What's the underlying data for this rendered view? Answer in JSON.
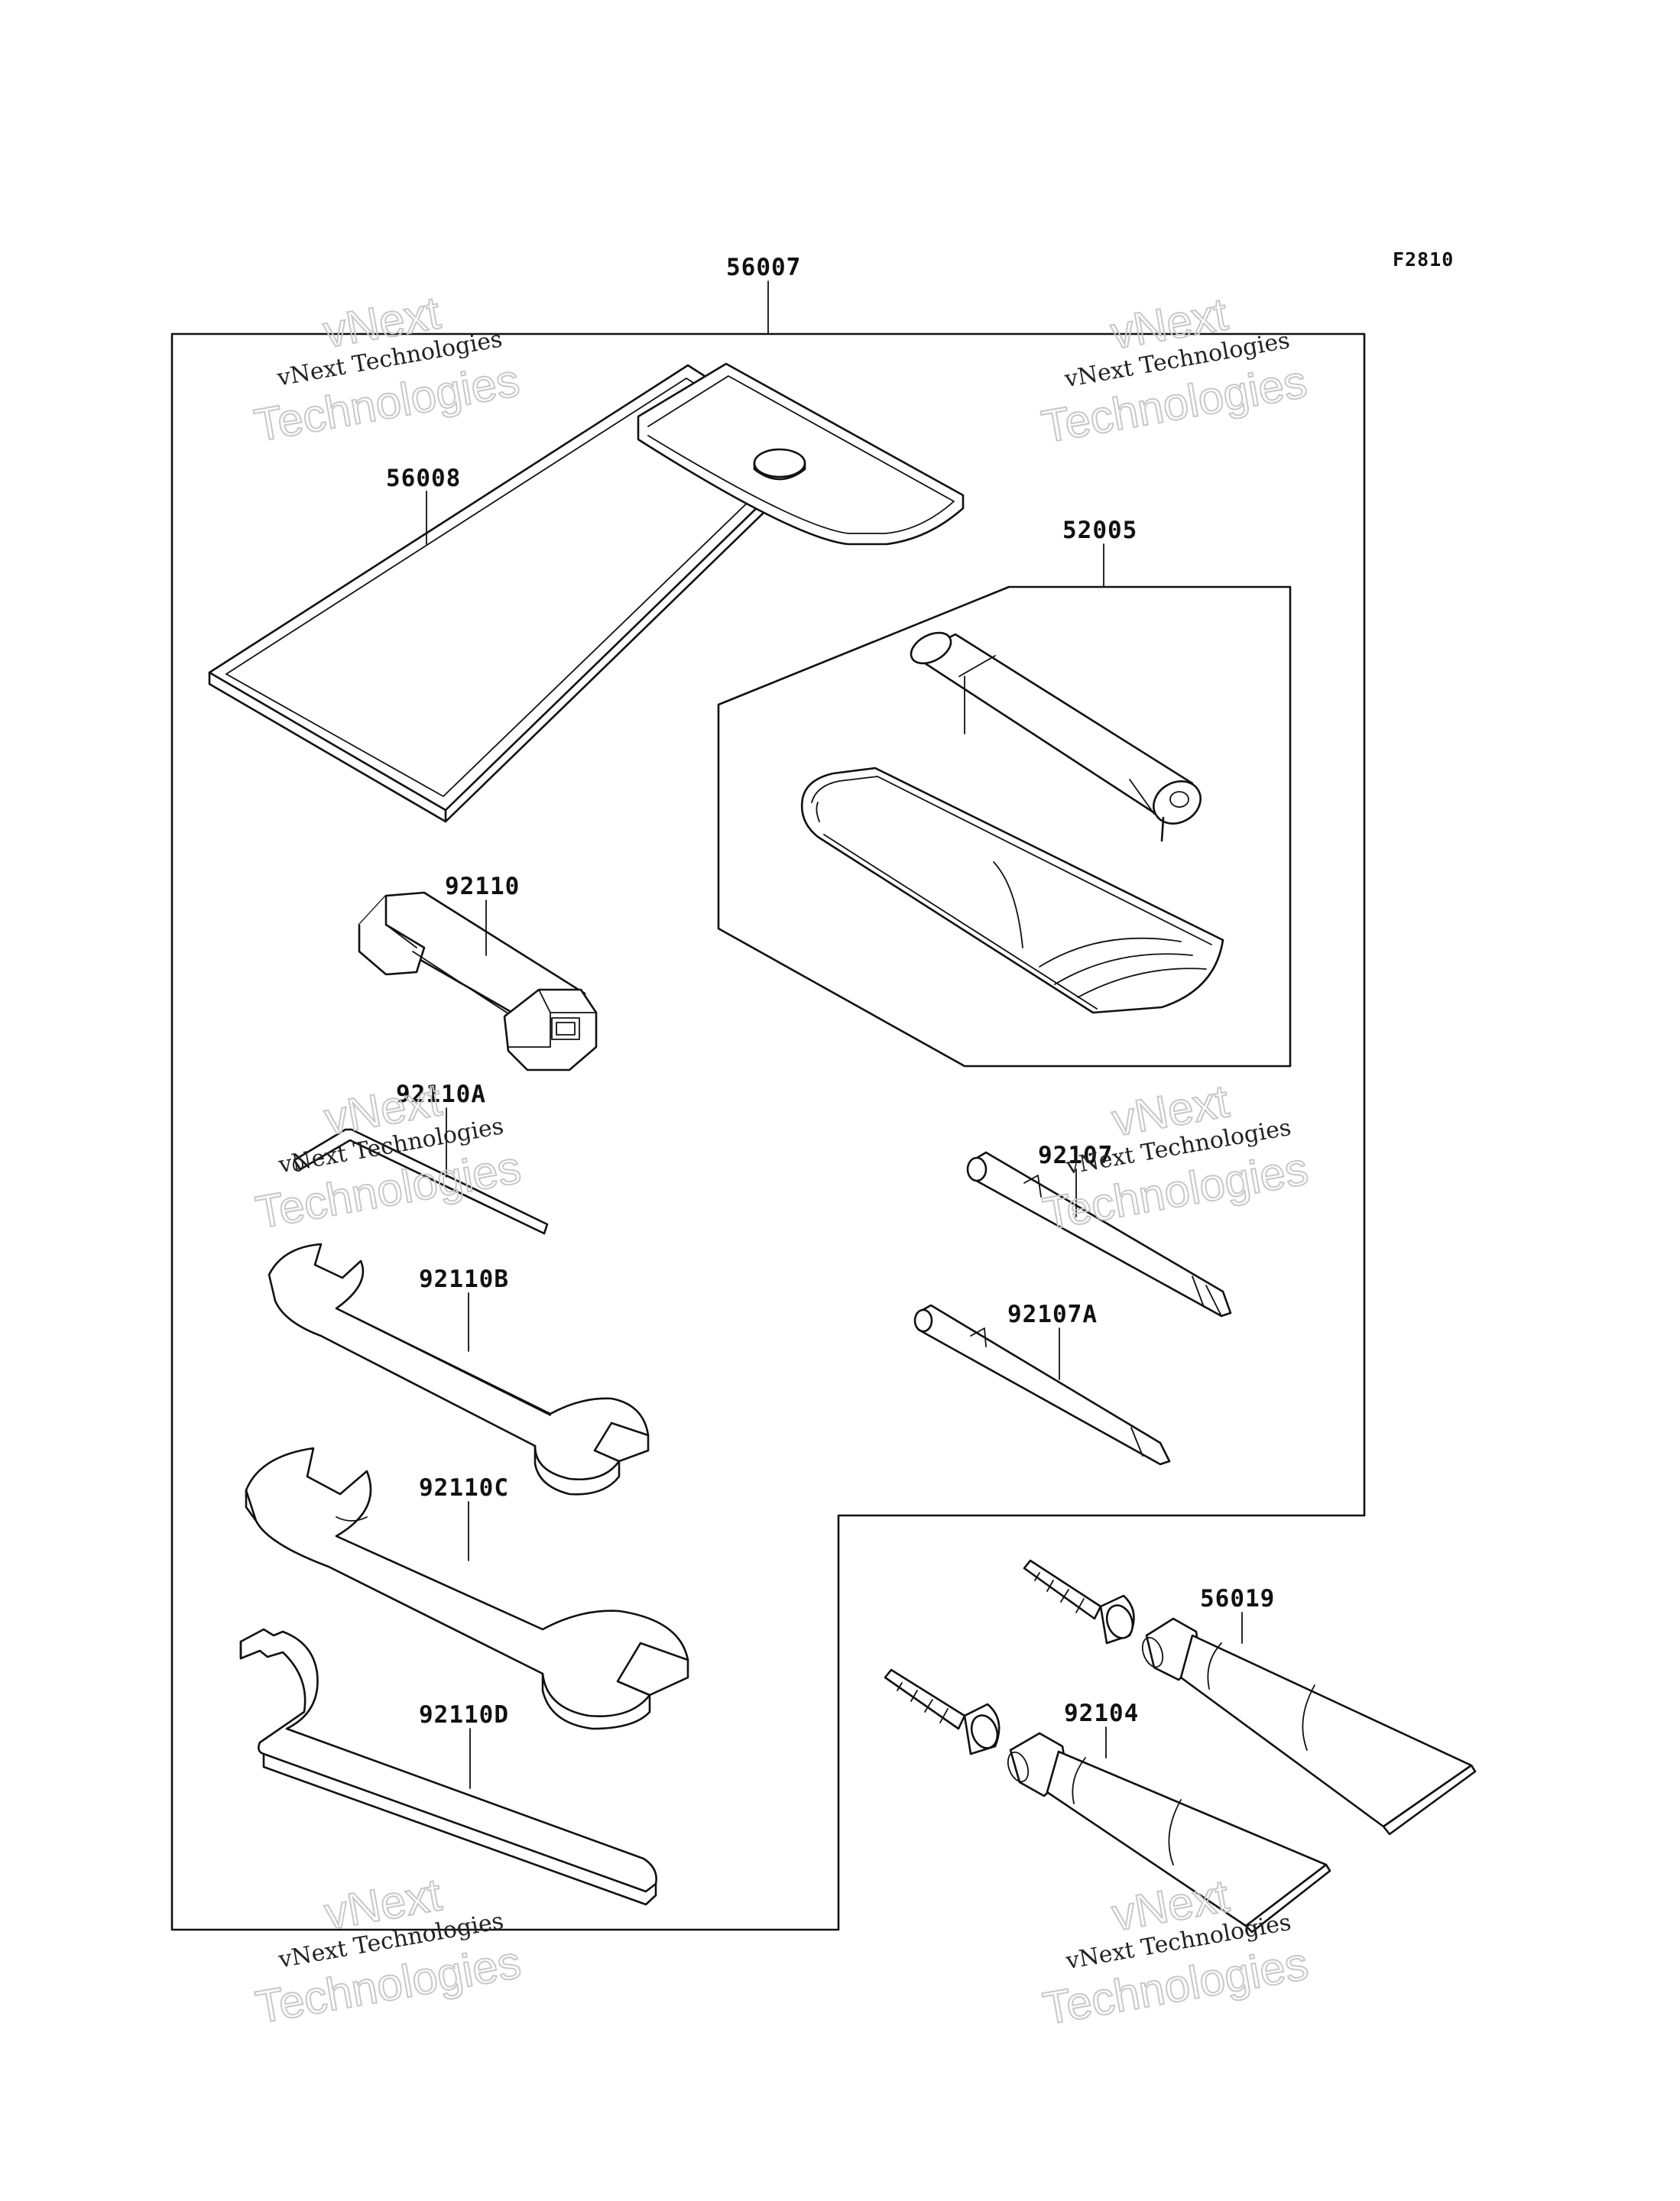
{
  "figure_code": "F2810",
  "watermark": {
    "line1": "vNext Technologies",
    "line2": "Technologies",
    "line3": "vNext"
  },
  "parts": {
    "p56007": "56007",
    "p56008": "56008",
    "p52005": "52005",
    "p92110": "92110",
    "p92110A": "92110A",
    "p92107": "92107",
    "p92110B": "92110B",
    "p92107A": "92107A",
    "p92110C": "92110C",
    "p56019": "56019",
    "p92110D": "92110D",
    "p92104": "92104"
  }
}
